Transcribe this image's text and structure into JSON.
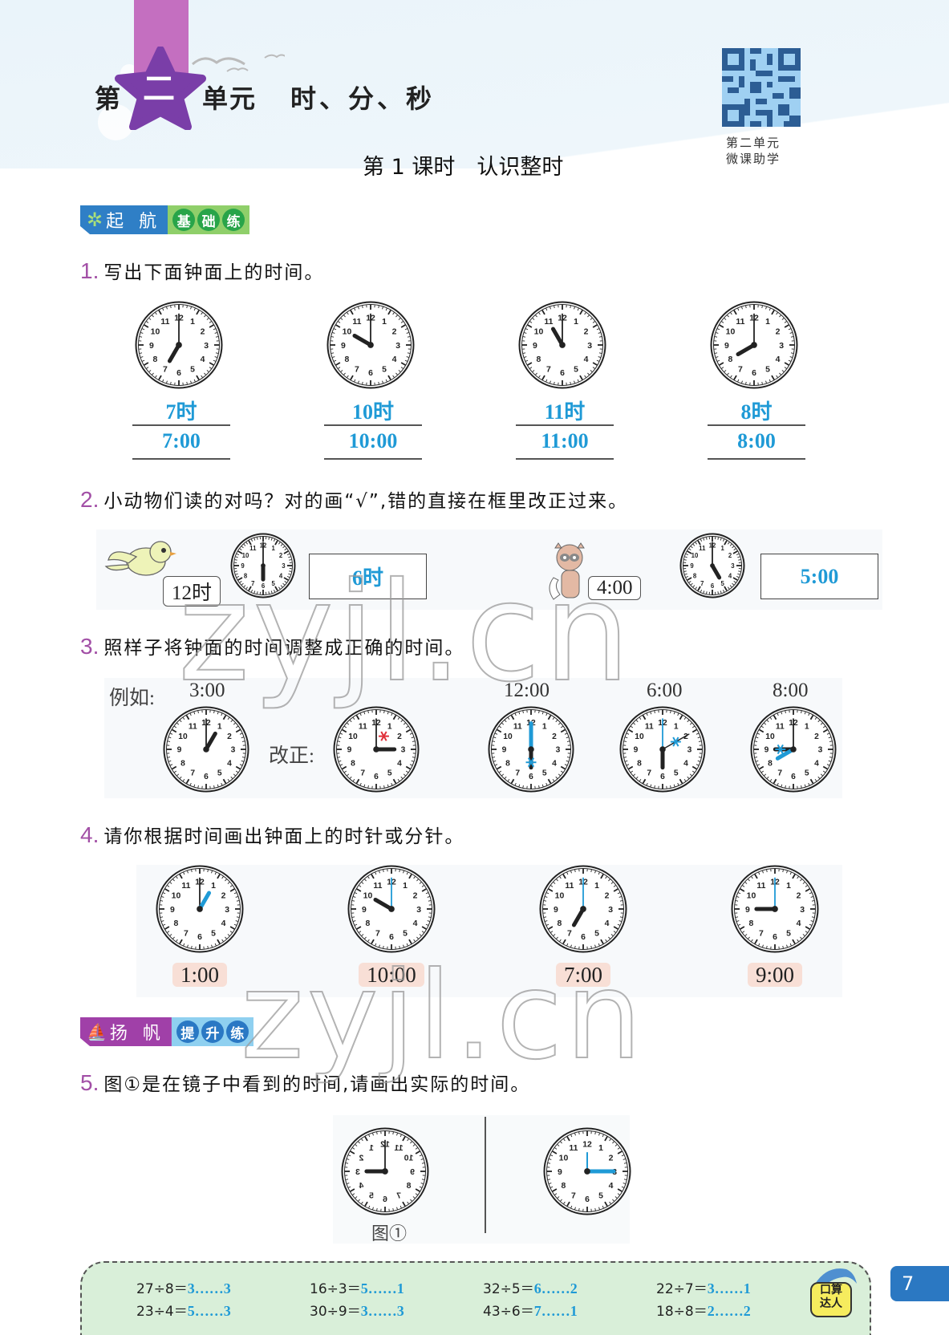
{
  "header": {
    "unit_prefix": "第",
    "unit_number": "二",
    "unit_suffix": "单元",
    "unit_topic": "时、分、秒",
    "lesson_title": "第 1 课时　认识整时",
    "qr_caption_line1": "第二单元",
    "qr_caption_line2": "微课助学"
  },
  "section_basic": {
    "left": "起 航",
    "circles": [
      "基",
      "础",
      "练"
    ],
    "icon": "ship-wheel-icon",
    "left_color": "#2f7fc6",
    "right_color": "#8fcf6a",
    "circle_color": "#28a449"
  },
  "section_advanced": {
    "left": "扬 帆",
    "circles": [
      "提",
      "升",
      "练"
    ],
    "icon": "sail-icon",
    "left_color": "#a040a8",
    "right_color": "#8fd0f0",
    "circle_color": "#2a78c4"
  },
  "q1": {
    "number": "1.",
    "text": "写出下面钟面上的时间。",
    "clocks": [
      {
        "hour": 7,
        "answer_cn": "7时",
        "answer_digital": "7:00"
      },
      {
        "hour": 10,
        "answer_cn": "10时",
        "answer_digital": "10:00"
      },
      {
        "hour": 11,
        "answer_cn": "11时",
        "answer_digital": "11:00"
      },
      {
        "hour": 8,
        "answer_cn": "8时",
        "answer_digital": "8:00"
      }
    ]
  },
  "q2": {
    "number": "2.",
    "text": "小动物们读的对吗？对的画“√”,错的直接在框里改正过来。",
    "items": [
      {
        "animal": "bird",
        "reading": "12时",
        "clock_hour": 6,
        "correction": "6时"
      },
      {
        "animal": "raccoon",
        "reading": "4:00",
        "clock_hour": 5,
        "correction": "5:00"
      }
    ]
  },
  "q3": {
    "number": "3.",
    "text": "照样子将钟面的时间调整成正确的时间。",
    "example_label": "例如:",
    "example_time": "3:00",
    "correct_label": "改正:",
    "tasks": [
      {
        "time": "12:00"
      },
      {
        "time": "6:00"
      },
      {
        "time": "8:00"
      }
    ]
  },
  "q4": {
    "number": "4.",
    "text": "请你根据时间画出钟面上的时针或分针。",
    "clocks": [
      {
        "time": "1:00",
        "hour": 1
      },
      {
        "time": "10:00",
        "hour": 10
      },
      {
        "time": "7:00",
        "hour": 7
      },
      {
        "time": "9:00",
        "hour": 9
      }
    ]
  },
  "q5": {
    "number": "5.",
    "text": "图①是在镜子中看到的时间,请画出实际的时间。",
    "figure_label": "图①",
    "mirror_hour": 9,
    "answer_hour": 3
  },
  "drill": {
    "badge_line1": "口算",
    "badge_line2": "达人",
    "items": [
      {
        "expr": "27÷8＝",
        "result": "3……3"
      },
      {
        "expr": "16÷3＝",
        "result": "5……1"
      },
      {
        "expr": "32÷5＝",
        "result": "6……2"
      },
      {
        "expr": "22÷7＝",
        "result": "3……1"
      },
      {
        "expr": "23÷4＝",
        "result": "5……3"
      },
      {
        "expr": "30÷9＝",
        "result": "3……3"
      },
      {
        "expr": "43÷6＝",
        "result": "7……1"
      },
      {
        "expr": "18÷8＝",
        "result": "2……2"
      }
    ]
  },
  "page_number": "7",
  "watermark": "zyjl.cn",
  "colors": {
    "answer_blue": "#1f9ad6",
    "correction_red": "#e0303a",
    "question_num": "#a24fa6",
    "time_tag_bg": "#f8dfd6",
    "drill_bg": "#d9efd9"
  }
}
